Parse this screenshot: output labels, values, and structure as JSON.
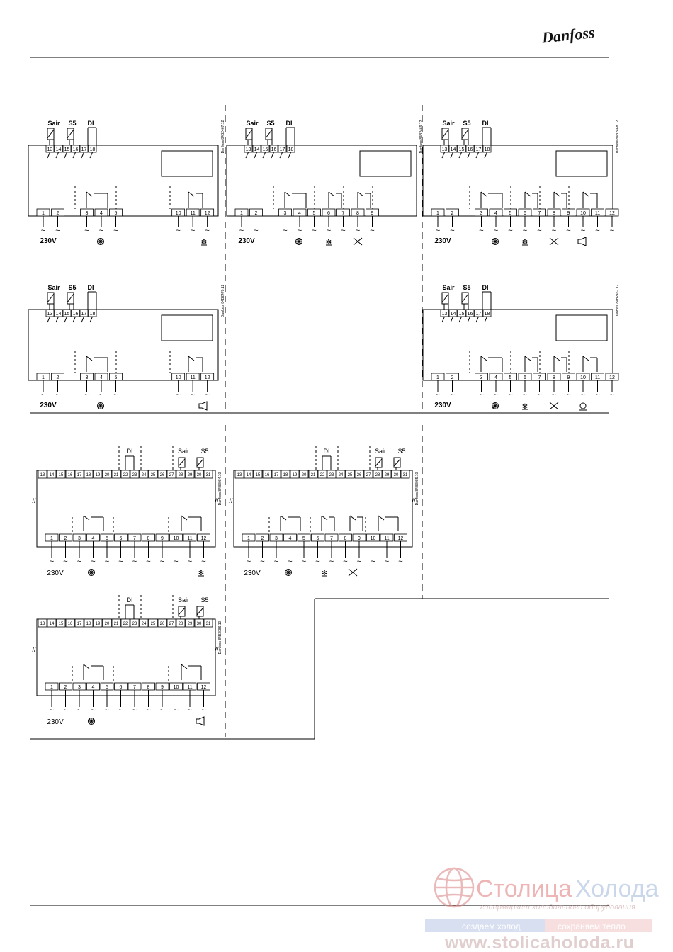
{
  "brand": {
    "logo_text": "Danfoss"
  },
  "labels": {
    "voltage": "230V"
  },
  "diagram_ids": [
    "Danfoss 84B2467.12",
    "Danfoss 84B2469.12",
    "Danfoss 84B2468.12",
    "Danfoss 84B2470.12",
    "Danfoss 84B2467.12",
    "Danfoss 84B3084.10",
    "Danfoss 84B3085.10",
    "Danfoss 84B3086.10"
  ],
  "small_diagrams": [
    {
      "ox": 40,
      "oy": 163,
      "inputs": [
        "Sair",
        "S5",
        "DI"
      ],
      "in_terms": [
        "13",
        "14",
        "15",
        "16",
        "17",
        "18"
      ],
      "bottom": [
        "1",
        "2",
        "3",
        "4",
        "5",
        "10",
        "11",
        "12"
      ],
      "syms": [
        "compressor",
        "defrost-heater"
      ]
    },
    {
      "ox": 320,
      "oy": 163,
      "inputs": [
        "Sair",
        "S5",
        "DI"
      ],
      "in_terms": [
        "13",
        "14",
        "15",
        "16",
        "17",
        "18"
      ],
      "bottom": [
        "1",
        "2",
        "3",
        "4",
        "5",
        "6",
        "7",
        "8",
        "9"
      ],
      "syms": [
        "compressor",
        "defrost",
        "fan"
      ]
    },
    {
      "ox": 597,
      "oy": 163,
      "inputs": [
        "Sair",
        "S5",
        "DI"
      ],
      "in_terms": [
        "13",
        "14",
        "15",
        "16",
        "17",
        "18"
      ],
      "bottom": [
        "1",
        "2",
        "3",
        "4",
        "5",
        "6",
        "7",
        "8",
        "9",
        "10",
        "11",
        "12"
      ],
      "syms": [
        "compressor",
        "defrost",
        "fan",
        "alarm"
      ]
    },
    {
      "ox": 40,
      "oy": 395,
      "inputs": [
        "Sair",
        "S5",
        "DI"
      ],
      "in_terms": [
        "13",
        "14",
        "15",
        "16",
        "17",
        "18"
      ],
      "bottom": [
        "1",
        "2",
        "3",
        "4",
        "5",
        "10",
        "11",
        "12"
      ],
      "syms": [
        "compressor",
        "alarm"
      ]
    },
    {
      "ox": 597,
      "oy": 395,
      "inputs": [
        "Sair",
        "S5",
        "DI"
      ],
      "in_terms": [
        "13",
        "14",
        "15",
        "16",
        "17",
        "18"
      ],
      "bottom": [
        "1",
        "2",
        "3",
        "4",
        "5",
        "6",
        "7",
        "8",
        "9",
        "10",
        "11",
        "12"
      ],
      "syms": [
        "compressor",
        "defrost",
        "fan",
        "light"
      ]
    }
  ],
  "wide_terminals": [
    "13",
    "14",
    "15",
    "16",
    "17",
    "18",
    "19",
    "20",
    "21",
    "22",
    "23",
    "24",
    "25",
    "26",
    "27",
    "28",
    "29",
    "30",
    "31"
  ],
  "wide_bottom": [
    "1",
    "2",
    "3",
    "4",
    "5",
    "6",
    "7",
    "8",
    "9",
    "10",
    "11",
    "12"
  ],
  "wide_inputs": [
    "DI",
    "Sair",
    "S5"
  ],
  "watermark": {
    "name_part1": "Столица",
    "name_part2": "Холода",
    "tagline": "гипермаркет холодильного оборудования",
    "banner_left": "создаем холод",
    "banner_right": "сохраняем тепло",
    "url": "www.stolicaholoda.ru"
  }
}
